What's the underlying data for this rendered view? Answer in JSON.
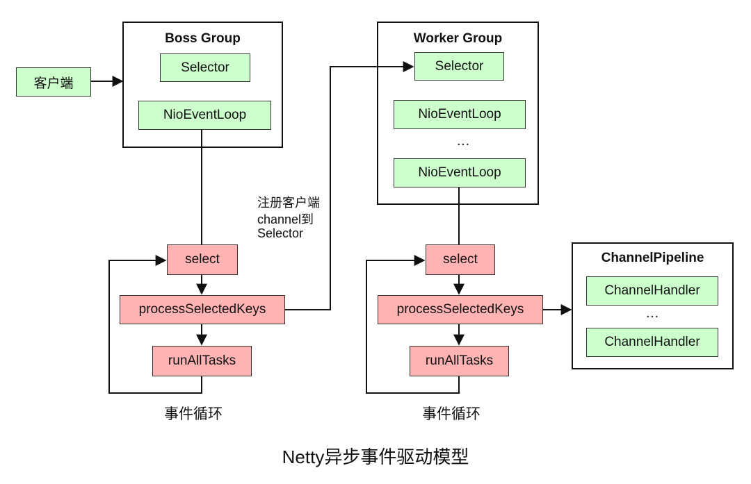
{
  "client": "客户端",
  "boss_group": {
    "title": "Boss Group",
    "selector": "Selector",
    "event_loop": "NioEventLoop"
  },
  "worker_group": {
    "title": "Worker Group",
    "selector": "Selector",
    "event_loops": [
      "NioEventLoop",
      "NioEventLoop"
    ],
    "ellipsis": "…"
  },
  "pipeline": {
    "title": "ChannelPipeline",
    "handlers": [
      "ChannelHandler",
      "ChannelHandler"
    ],
    "ellipsis": "…"
  },
  "boss_loop": {
    "steps": [
      "select",
      "processSelectedKeys",
      "runAllTasks"
    ],
    "caption": "事件循环"
  },
  "worker_loop": {
    "steps": [
      "select",
      "processSelectedKeys",
      "runAllTasks"
    ],
    "caption": "事件循环"
  },
  "register_note": [
    "注册客户端",
    "channel到",
    "Selector"
  ],
  "title": "Netty异步事件驱动模型",
  "colors": {
    "green_fill": "#ccffcc",
    "red_fill": "#ffb3b3"
  }
}
